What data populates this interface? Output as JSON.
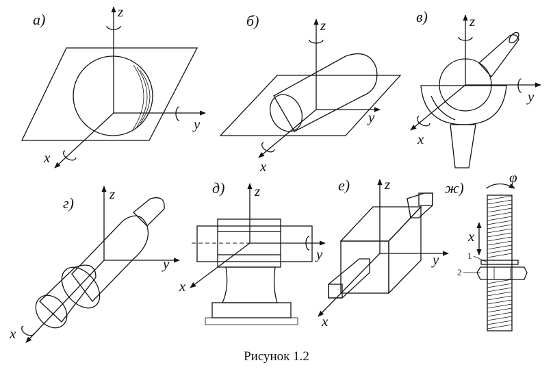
{
  "figure": {
    "caption": "Рисунок 1.2",
    "panels": [
      {
        "id": "a",
        "label": "а)",
        "axes": [
          "z",
          "y",
          "x"
        ]
      },
      {
        "id": "b",
        "label": "б)",
        "axes": [
          "z",
          "y",
          "x"
        ]
      },
      {
        "id": "v",
        "label": "в)",
        "axes": [
          "z",
          "y",
          "x"
        ]
      },
      {
        "id": "g",
        "label": "г)",
        "axes": [
          "z",
          "y",
          "x"
        ]
      },
      {
        "id": "d",
        "label": "д)",
        "axes": [
          "z",
          "y",
          "x"
        ]
      },
      {
        "id": "e",
        "label": "е)",
        "axes": [
          "z",
          "y",
          "x"
        ]
      },
      {
        "id": "zh",
        "label": "ж)",
        "axes": [
          "φ",
          "x"
        ],
        "callouts": [
          "1",
          "2"
        ]
      }
    ]
  }
}
